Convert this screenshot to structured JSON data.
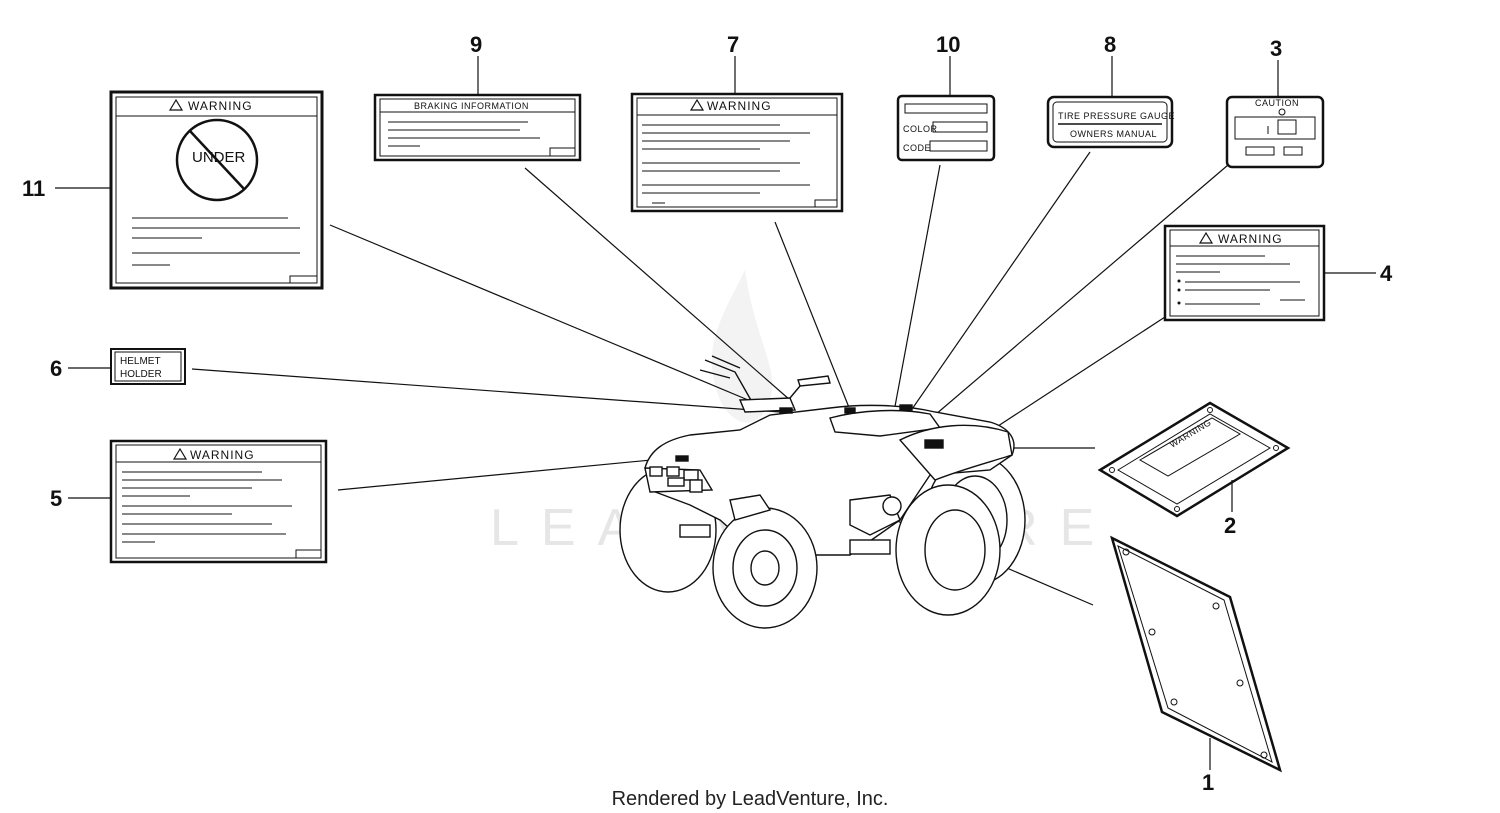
{
  "callouts": {
    "c1": "1",
    "c2": "2",
    "c3": "3",
    "c4": "4",
    "c5": "5",
    "c6": "6",
    "c7": "7",
    "c8": "8",
    "c9": "9",
    "c10": "10",
    "c11": "11"
  },
  "labels": {
    "warning": "WARNING",
    "under": "UNDER",
    "braking_information": "BRAKING INFORMATION",
    "color": "COLOR",
    "code": "CODE",
    "tire_pressure_gauge": "TIRE PRESSURE GAUGE",
    "owners_manual": "OWNERS MANUAL",
    "caution": "CAUTION",
    "helmet": "HELMET",
    "holder": "HOLDER",
    "warning_skewed": "WARNING"
  },
  "watermark": "LEADVENTURE",
  "footer": "Rendered by LeadVenture, Inc."
}
